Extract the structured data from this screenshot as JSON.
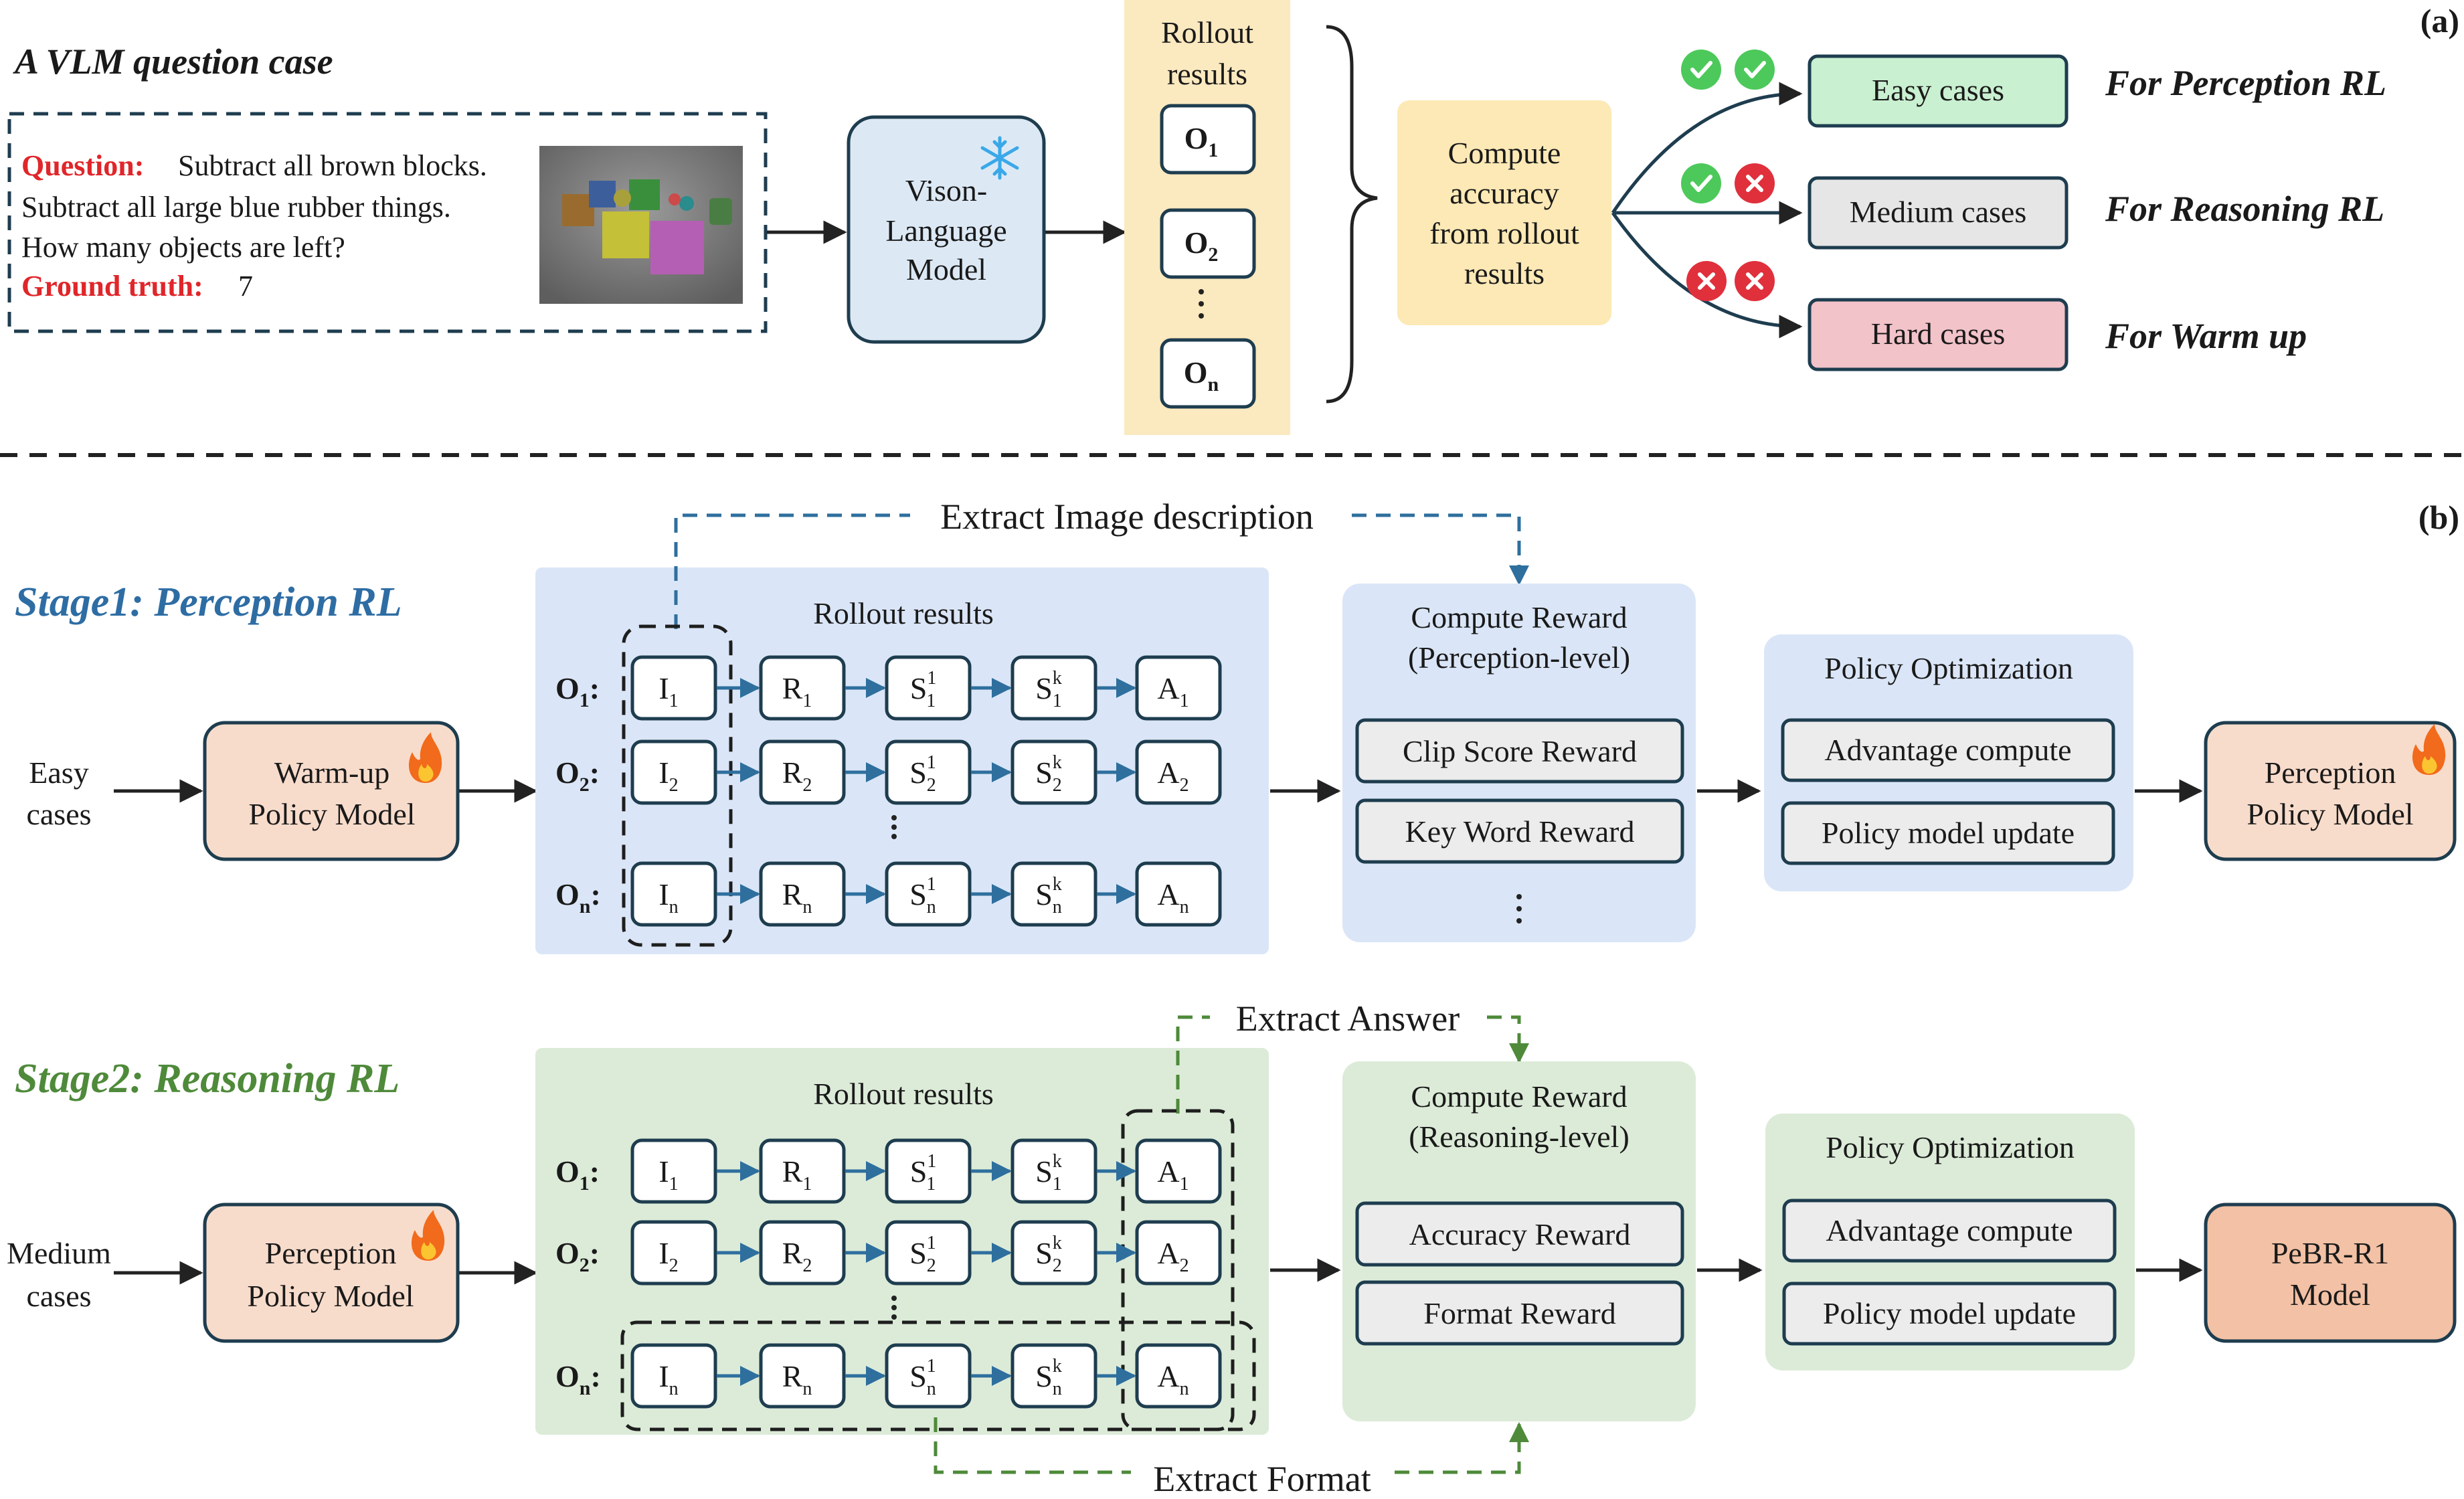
{
  "panel_a": {
    "tag": "(a)",
    "case_title": "A VLM question case",
    "question_label": "Question:",
    "question_line1": "Subtract all brown blocks.",
    "question_line2": "Subtract all large blue rubber things.",
    "question_line3": "How many objects are left?",
    "gt_label": "Ground truth:",
    "gt_value": "7",
    "vlm_lines": [
      "Vison-",
      "Language",
      "Model"
    ],
    "rollout_title_lines": [
      "Rollout",
      "results"
    ],
    "outputs": [
      {
        "base": "O",
        "sub": "1"
      },
      {
        "base": "O",
        "sub": "2"
      },
      {
        "base": "O",
        "sub": "n"
      }
    ],
    "compute_lines": [
      "Compute",
      "accuracy",
      "from rollout",
      "results"
    ],
    "cases": [
      {
        "label": "Easy cases",
        "usage": "For Perception RL",
        "marks": [
          "check",
          "check"
        ],
        "color": "#c9f0d0"
      },
      {
        "label": "Medium cases",
        "usage": "For Reasoning RL",
        "marks": [
          "check",
          "cross"
        ],
        "color": "#e6e6e6"
      },
      {
        "label": "Hard cases",
        "usage": "For Warm up",
        "marks": [
          "cross",
          "cross"
        ],
        "color": "#f2c3c9"
      }
    ]
  },
  "panel_b": {
    "tag": "(b)",
    "stage1": {
      "title": "Stage1: Perception RL",
      "title_color": "#2e6da4",
      "input_lines": [
        "Easy",
        "cases"
      ],
      "model_lines": [
        "Warm-up",
        "Policy Model"
      ],
      "extract_label": "Extract Image description",
      "rollout_title": "Rollout results",
      "reward_title_lines": [
        "Compute Reward",
        "(Perception-level)"
      ],
      "rewards": [
        "Clip Score Reward",
        "Key Word Reward"
      ],
      "policy_title": "Policy Optimization",
      "policy_items": [
        "Advantage compute",
        "Policy model update"
      ],
      "output_lines": [
        "Perception",
        "Policy Model"
      ],
      "panel_color": "#dae6f7"
    },
    "stage2": {
      "title": "Stage2: Reasoning RL",
      "title_color": "#4e8a3a",
      "input_lines": [
        "Medium",
        "cases"
      ],
      "model_lines": [
        "Perception",
        "Policy Model"
      ],
      "extract_answer_label": "Extract Answer",
      "extract_format_label": "Extract Format",
      "rollout_title": "Rollout results",
      "reward_title_lines": [
        "Compute Reward",
        "(Reasoning-level)"
      ],
      "rewards": [
        "Accuracy Reward",
        "Format Reward"
      ],
      "policy_title": "Policy Optimization",
      "policy_items": [
        "Advantage compute",
        "Policy model update"
      ],
      "output_lines": [
        "PeBR-R1",
        "Model"
      ],
      "panel_color": "#dcebd8"
    },
    "rows": [
      {
        "label": {
          "base": "O",
          "sub": "1"
        },
        "cells": [
          {
            "b": "I",
            "sub": "1"
          },
          {
            "b": "R",
            "sub": "1"
          },
          {
            "b": "S",
            "sub": "1",
            "sup": "1"
          },
          {
            "b": "S",
            "sub": "1",
            "sup": "k"
          },
          {
            "b": "A",
            "sub": "1"
          }
        ]
      },
      {
        "label": {
          "base": "O",
          "sub": "2"
        },
        "cells": [
          {
            "b": "I",
            "sub": "2"
          },
          {
            "b": "R",
            "sub": "2"
          },
          {
            "b": "S",
            "sub": "2",
            "sup": "1"
          },
          {
            "b": "S",
            "sub": "2",
            "sup": "k"
          },
          {
            "b": "A",
            "sub": "2"
          }
        ]
      },
      {
        "label": {
          "base": "O",
          "sub": "n"
        },
        "cells": [
          {
            "b": "I",
            "sub": "n"
          },
          {
            "b": "R",
            "sub": "n"
          },
          {
            "b": "S",
            "sub": "n",
            "sup": "1"
          },
          {
            "b": "S",
            "sub": "n",
            "sup": "k"
          },
          {
            "b": "A",
            "sub": "n"
          }
        ]
      }
    ]
  },
  "colors": {
    "model_fill": "#f8dccb",
    "model_fill_dark": "#f3c1a5",
    "vlm_fill": "#dce9f5",
    "rollout_fill": "#fbe9bf",
    "compute_fill": "#fde9b5",
    "box_fill": "#ffffff",
    "reward_item_fill": "#ececec",
    "red_label": "#e0262a",
    "check": "#4cc95a",
    "cross": "#e0303c"
  },
  "icons": {
    "fire": "fire-icon",
    "snowflake": "snowflake-icon"
  }
}
